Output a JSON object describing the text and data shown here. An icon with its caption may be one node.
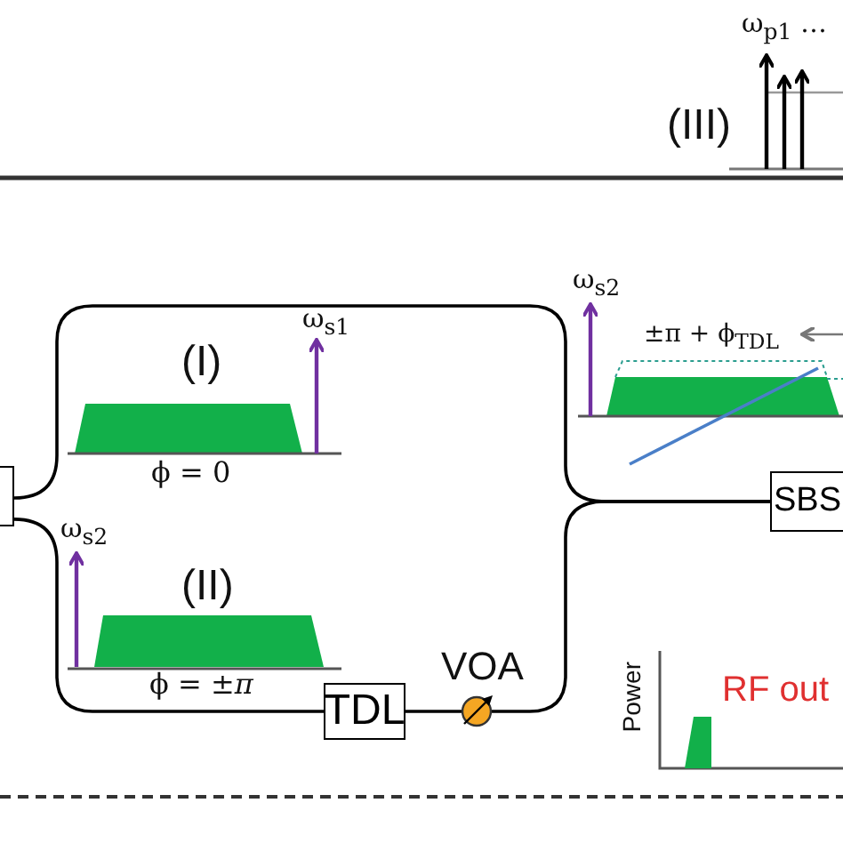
{
  "diagram": {
    "nodes": [
      {
        "text": [],
        "shape": "box"
      },
      {
        "text": [
          "TDL"
        ]
      },
      {
        "text": [],
        "shape": "circle",
        "beside": [
          "VOA"
        ]
      },
      {
        "text": [
          "SBS"
        ]
      }
    ],
    "edges": [
      {
        "from": 0,
        "to": 3,
        "arrow": "none"
      },
      {
        "from": 0,
        "to": 1,
        "arrow": "none"
      },
      {
        "from": 1,
        "to": 2,
        "arrow": "none"
      },
      {
        "from": 2,
        "to": 3,
        "arrow": "none"
      }
    ],
    "labels": [
      "ω$_{p1}$ …",
      "(III)",
      "ω$_{s1}$",
      "(I)",
      "ϕ = 0",
      "ω$_{s2}$",
      "±π + ϕ$_{TDL}$",
      "ω$_{s2}$",
      "(II)",
      "ϕ = ±*π*",
      "Power",
      "RF out"
    ]
  }
}
